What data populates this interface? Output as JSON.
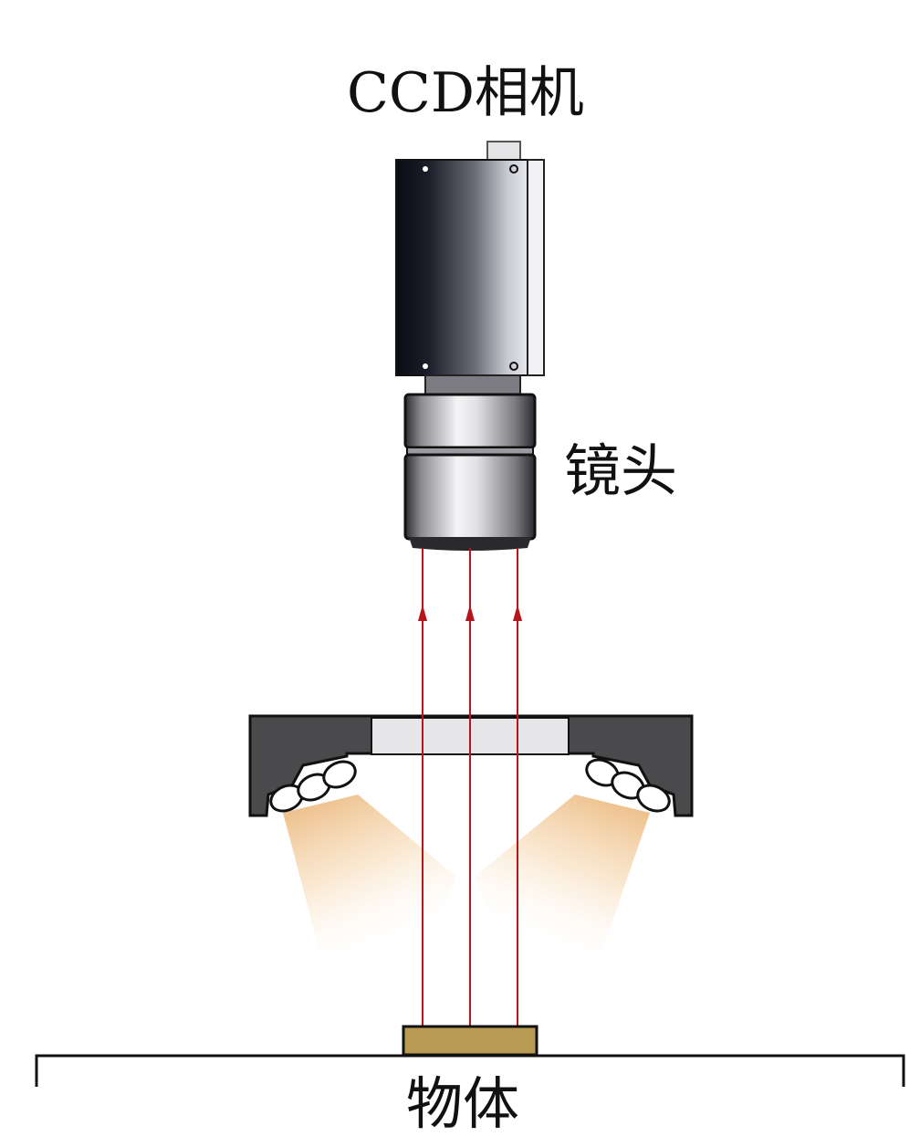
{
  "labels": {
    "camera": "CCD相机",
    "lens": "镜头",
    "object": "物体"
  },
  "colors": {
    "light_ray": "#b8141c",
    "camera_body_dark": "#12141c",
    "lens_silver": "#c8c8cc",
    "light_housing": "#4a4a4c",
    "object_sample": "#b89a52",
    "light_beam": "#f2c890"
  },
  "rays": {
    "count": 3,
    "direction": "up"
  }
}
